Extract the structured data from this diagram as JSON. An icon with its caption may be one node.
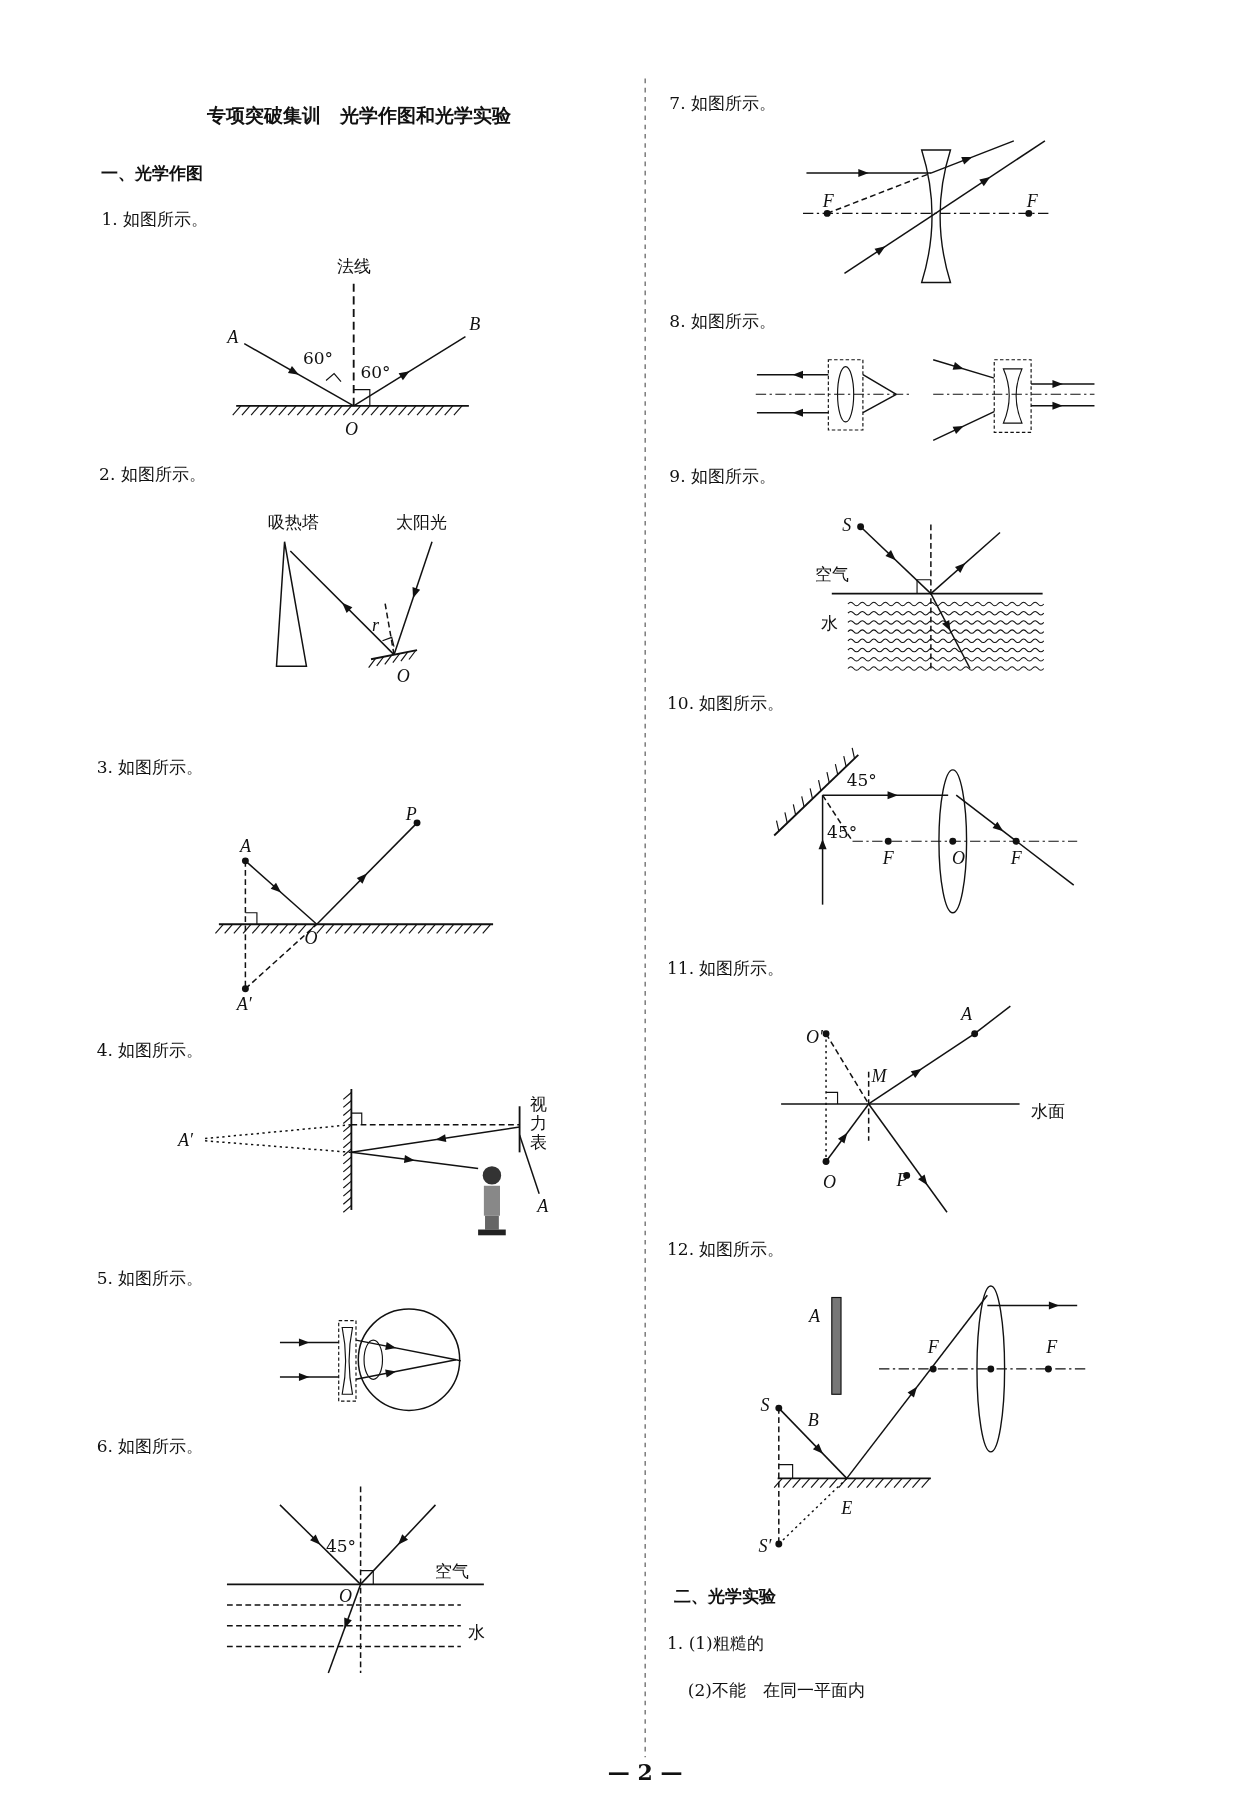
{
  "diagram": {
    "title": "专项突破集训　光学作图和光学实验",
    "labels": [
      "一、光学作图",
      "1. 如图所示。",
      "法线",
      "A",
      "60°",
      "60°",
      "B",
      "O",
      "2. 如图所示。",
      "吸热塔",
      "太阳光",
      "r",
      "O",
      "3. 如图所示。",
      "P",
      "A",
      "O",
      "A′",
      "4. 如图所示。",
      "视力表",
      "A′",
      "A",
      "5. 如图所示。",
      "6. 如图所示。",
      "45°",
      "空气",
      "O",
      "水",
      "7. 如图所示。",
      "F",
      "F",
      "8. 如图所示。",
      "9. 如图所示。",
      "S",
      "空气",
      "水",
      "10. 如图所示。",
      "45°",
      "45°",
      "F",
      "O",
      "F",
      "11. 如图所示。",
      "A",
      "O′",
      "M",
      "水面",
      "O",
      "P",
      "12. 如图所示。",
      "A",
      "F",
      "F",
      "S",
      "B",
      "E",
      "S′",
      "二、光学实验",
      "1. (1)粗糙的",
      "(2)不能　在同一平面内",
      "— 2 —"
    ]
  }
}
